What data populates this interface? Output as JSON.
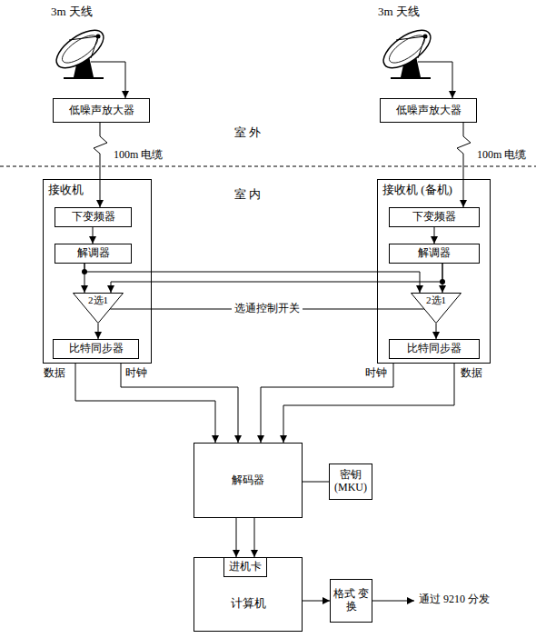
{
  "diagram": {
    "nodes": [
      {
        "text": [
          "3m 天线"
        ]
      },
      {
        "text": [
          "低噪声放大器"
        ]
      },
      {
        "text": [
          "3m 天线"
        ]
      },
      {
        "text": [
          "低噪声放大器"
        ]
      },
      {
        "text": [
          "接收机"
        ]
      },
      {
        "text": [
          "下变频器"
        ],
        "in": 4
      },
      {
        "text": [
          "解调器"
        ],
        "in": 4
      },
      {
        "text": [
          "2选1"
        ],
        "in": 4
      },
      {
        "text": [
          "比特同步器"
        ],
        "in": 4
      },
      {
        "text": [
          "接收机 (备机)"
        ]
      },
      {
        "text": [
          "下变频器"
        ],
        "in": 9
      },
      {
        "text": [
          "解调器"
        ],
        "in": 9
      },
      {
        "text": [
          "2选1"
        ],
        "in": 9
      },
      {
        "text": [
          "比特同步器"
        ],
        "in": 9
      },
      {
        "text": [
          "解码器"
        ]
      },
      {
        "text": [
          "密钥 (MKU)"
        ]
      },
      {
        "text": [
          "计算机"
        ]
      },
      {
        "text": [
          "进机卡"
        ],
        "in": 16
      },
      {
        "text": [
          "格式 变换"
        ]
      }
    ],
    "edges": [
      {
        "from": 0,
        "to": 1,
        "arrow": "to"
      },
      {
        "from": 1,
        "to": 5,
        "arrow": "to",
        "label": "100m 电缆"
      },
      {
        "from": 2,
        "to": 3,
        "arrow": "to"
      },
      {
        "from": 3,
        "to": 10,
        "arrow": "to",
        "label": "100m 电缆"
      },
      {
        "from": 5,
        "to": 6,
        "arrow": "to"
      },
      {
        "from": 10,
        "to": 11,
        "arrow": "to"
      },
      {
        "from": 6,
        "to": 7,
        "arrow": "to"
      },
      {
        "from": 6,
        "to": 12,
        "arrow": "to"
      },
      {
        "from": 11,
        "to": 12,
        "arrow": "to"
      },
      {
        "from": 11,
        "to": 7,
        "arrow": "to"
      },
      {
        "from": 7,
        "to": 12,
        "arrow": "none",
        "label": "选通控制开关"
      },
      {
        "from": 7,
        "to": 8,
        "arrow": "to"
      },
      {
        "from": 12,
        "to": 13,
        "arrow": "to"
      },
      {
        "from": 4,
        "to": 14,
        "arrow": "to",
        "label": "数据"
      },
      {
        "from": 4,
        "to": 14,
        "arrow": "to",
        "label": "时钟"
      },
      {
        "from": 9,
        "to": 14,
        "arrow": "to",
        "label": "时钟"
      },
      {
        "from": 9,
        "to": 14,
        "arrow": "to",
        "label": "数据"
      },
      {
        "from": 15,
        "to": 14,
        "arrow": "none"
      },
      {
        "from": 14,
        "to": 17,
        "arrow": "to"
      },
      {
        "from": 14,
        "to": 17,
        "arrow": "to"
      },
      {
        "from": 16,
        "to": 18,
        "arrow": "to"
      }
    ],
    "labels": [
      "室 外",
      "室 内",
      "通过 9210 分发"
    ]
  }
}
